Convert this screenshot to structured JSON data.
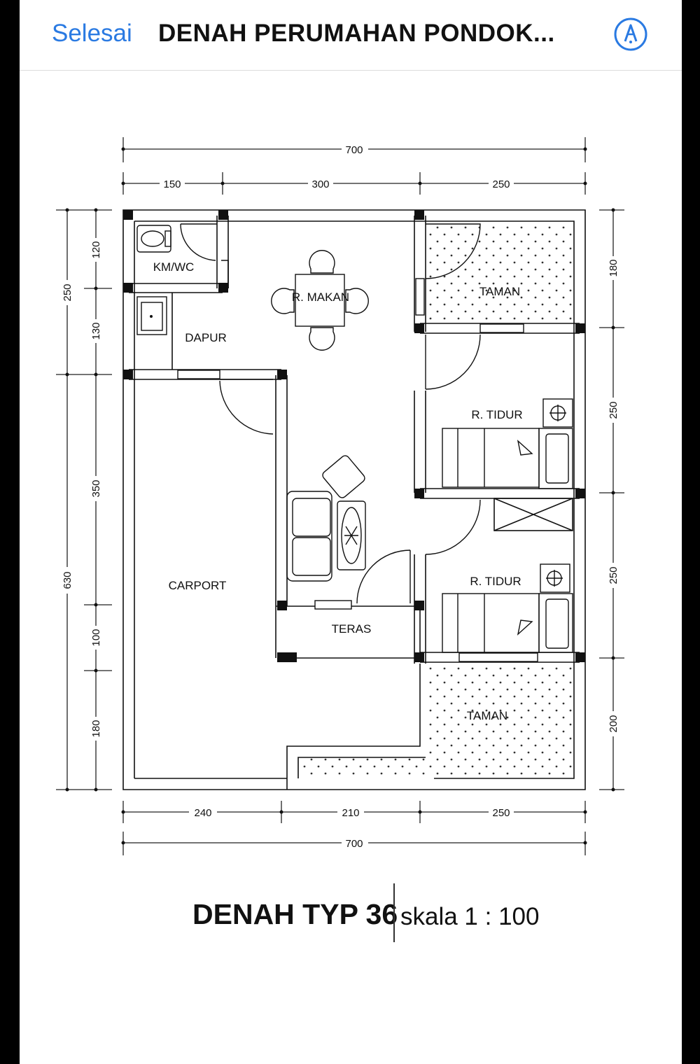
{
  "navbar": {
    "done_label": "Selesai",
    "title": "DENAH PERUMAHAN PONDOK...",
    "markup_icon": "markup-pen-icon",
    "accent": "#2a7ae2"
  },
  "plan": {
    "top_dims": [
      "700",
      "150",
      "300",
      "250"
    ],
    "bottom_dims": [
      "240",
      "210",
      "250",
      "700"
    ],
    "left_dims": [
      "250",
      "630",
      "120",
      "130",
      "350",
      "100",
      "180"
    ],
    "right_dims": [
      "180",
      "250",
      "250",
      "200"
    ],
    "rooms": {
      "kmwc": "KM/WC",
      "dapur": "DAPUR",
      "r_makan": "R. MAKAN",
      "taman_top": "TAMAN",
      "r_tidur_1": "R. TIDUR",
      "r_tidur_2": "R. TIDUR",
      "carport": "CARPORT",
      "teras": "TERAS",
      "taman_bottom": "TAMAN"
    }
  },
  "caption": {
    "title": "DENAH TYP 36",
    "scale": "skala 1 : 100"
  }
}
